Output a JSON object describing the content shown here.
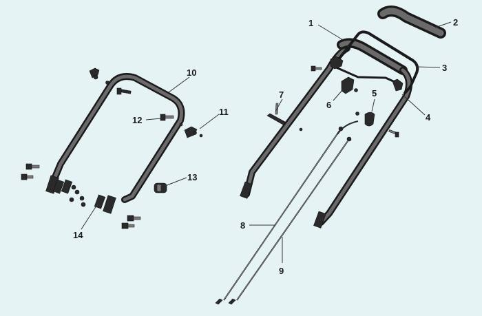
{
  "parts": [
    {
      "id": "part-1",
      "label": "1"
    },
    {
      "id": "part-2",
      "label": "2"
    },
    {
      "id": "part-3",
      "label": "3"
    },
    {
      "id": "part-4",
      "label": "4"
    },
    {
      "id": "part-5",
      "label": "5"
    },
    {
      "id": "part-6",
      "label": "6"
    },
    {
      "id": "part-7",
      "label": "7"
    },
    {
      "id": "part-8",
      "label": "8"
    },
    {
      "id": "part-9",
      "label": "9"
    },
    {
      "id": "part-10",
      "label": "10"
    },
    {
      "id": "part-11",
      "label": "11"
    },
    {
      "id": "part-12",
      "label": "12"
    },
    {
      "id": "part-13",
      "label": "13"
    },
    {
      "id": "part-14",
      "label": "14"
    }
  ],
  "colors": {
    "background": "#e6f3f5",
    "tube": "#1a1a1a",
    "tube_highlight": "#6a6a6a",
    "label": "#1a1a1a"
  }
}
